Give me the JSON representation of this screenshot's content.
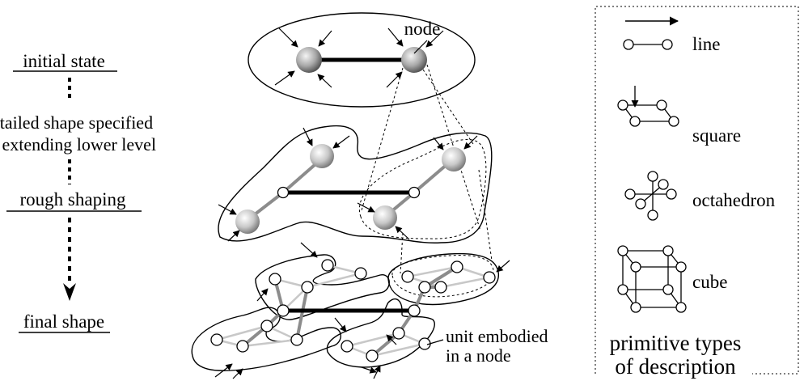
{
  "labels": {
    "initial_state": "initial state",
    "detailed_line1": "detailed shape specified",
    "detailed_line2": "by extending lower level",
    "rough_shaping": "rough shaping",
    "final_shape": "final shape",
    "node": "node",
    "unit_line1": "unit embodied",
    "unit_line2": "in a node"
  },
  "legend": {
    "items": [
      "line",
      "square",
      "octahedron",
      "cube"
    ],
    "caption_line1": "primitive types",
    "caption_line2": "of description"
  },
  "colors": {
    "ink": "#000000",
    "sphere_light": "#f4f4f4",
    "sphere_dark": "#5a5a5a",
    "mid_link": "#8c8c8c",
    "light_link": "#c8c8c8"
  }
}
